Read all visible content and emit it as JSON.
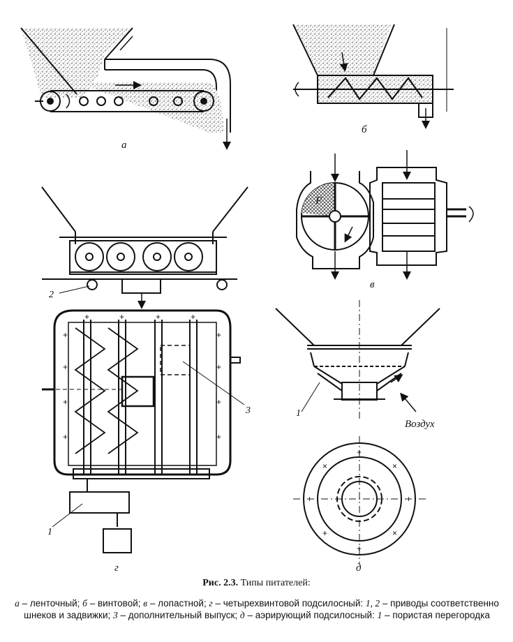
{
  "figure": {
    "labels": {
      "a": "а",
      "b": "б",
      "v": "в",
      "g": "г",
      "d": "д"
    },
    "callouts": {
      "g_drive_screws": "1",
      "g_drive_gate": "2",
      "g_extra_outlet": "3",
      "d_porous": "1",
      "d_air": "Воздух"
    },
    "rotor_letter": "F"
  },
  "caption": {
    "title_bold": "Рис. 2.3.",
    "title_rest": " Типы питателей:",
    "items": [
      {
        "key": "а",
        "text": " – ленточный; "
      },
      {
        "key": "б",
        "text": " – винтовой; "
      },
      {
        "key": "в",
        "text": " – лопастной; "
      },
      {
        "key": "г",
        "text": " – четырехвинтовой подсилосный: "
      },
      {
        "key": "1, 2",
        "text": " – приводы соответственно шнеков и задвижки; "
      },
      {
        "key": "3",
        "text": " – дополнительный выпуск; "
      },
      {
        "key": "д",
        "text": " – аэрирующий подсилосный: "
      },
      {
        "key": "1",
        "text": " – пористая перегородка"
      }
    ]
  }
}
